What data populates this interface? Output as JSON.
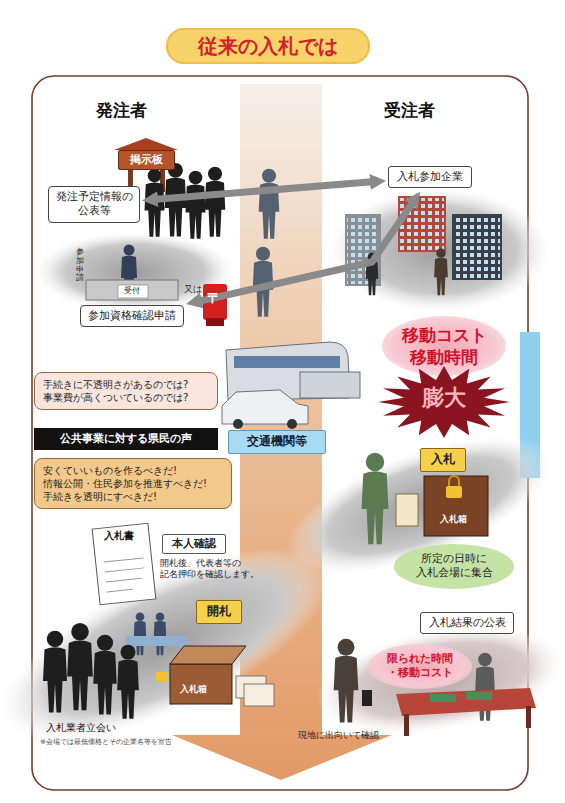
{
  "diagram": {
    "title": "従来の入札では",
    "nodes": [
      {
        "text": [
          "掲示板"
        ]
      },
      {
        "text": [
          "発注予定情報の 公表等"
        ]
      },
      {
        "text": [
          "入札参加企業"
        ]
      },
      {
        "text": [
          "参加資格確認申請"
        ]
      },
      {
        "text": [
          "移動コスト 移動時間"
        ]
      },
      {
        "text": [
          "膨大"
        ]
      },
      {
        "text": [
          "手続きに不透明さがあるのでは? 事業費が高くついているのでは?"
        ]
      },
      {
        "text": [
          "公共事業に対する県民の声"
        ]
      },
      {
        "text": [
          "安くていいものを作るべきだ! 情報公開・住民参加を推進すべきだ! 手続きを透明にすべきだ!"
        ]
      },
      {
        "text": [
          "交通機関等"
        ]
      },
      {
        "text": [
          "入札"
        ]
      },
      {
        "text": [
          "所定の日時に 入札会場に集合"
        ]
      },
      {
        "text": [
          "本人確認"
        ]
      },
      {
        "text": [
          "開札"
        ]
      },
      {
        "text": [
          "入札結果の公表"
        ]
      },
      {
        "text": [
          "限られた時間 ・移動コスト"
        ]
      }
    ],
    "edges": [
      {
        "from": 1,
        "to": 2,
        "arrow": "both"
      },
      {
        "from": 3,
        "to": 2,
        "arrow": "both"
      }
    ],
    "labels": [
      "発注者",
      "受注者",
      "参加申請",
      "受付",
      "又は",
      "〒",
      "入札箱",
      "入札書",
      "開札後、代表者等の 記名押印を確認します。",
      "入札箱",
      "入札業者立会い",
      "※会場では最低価格とその企業名等を宣告",
      "現地に出向いて確認"
    ]
  }
}
